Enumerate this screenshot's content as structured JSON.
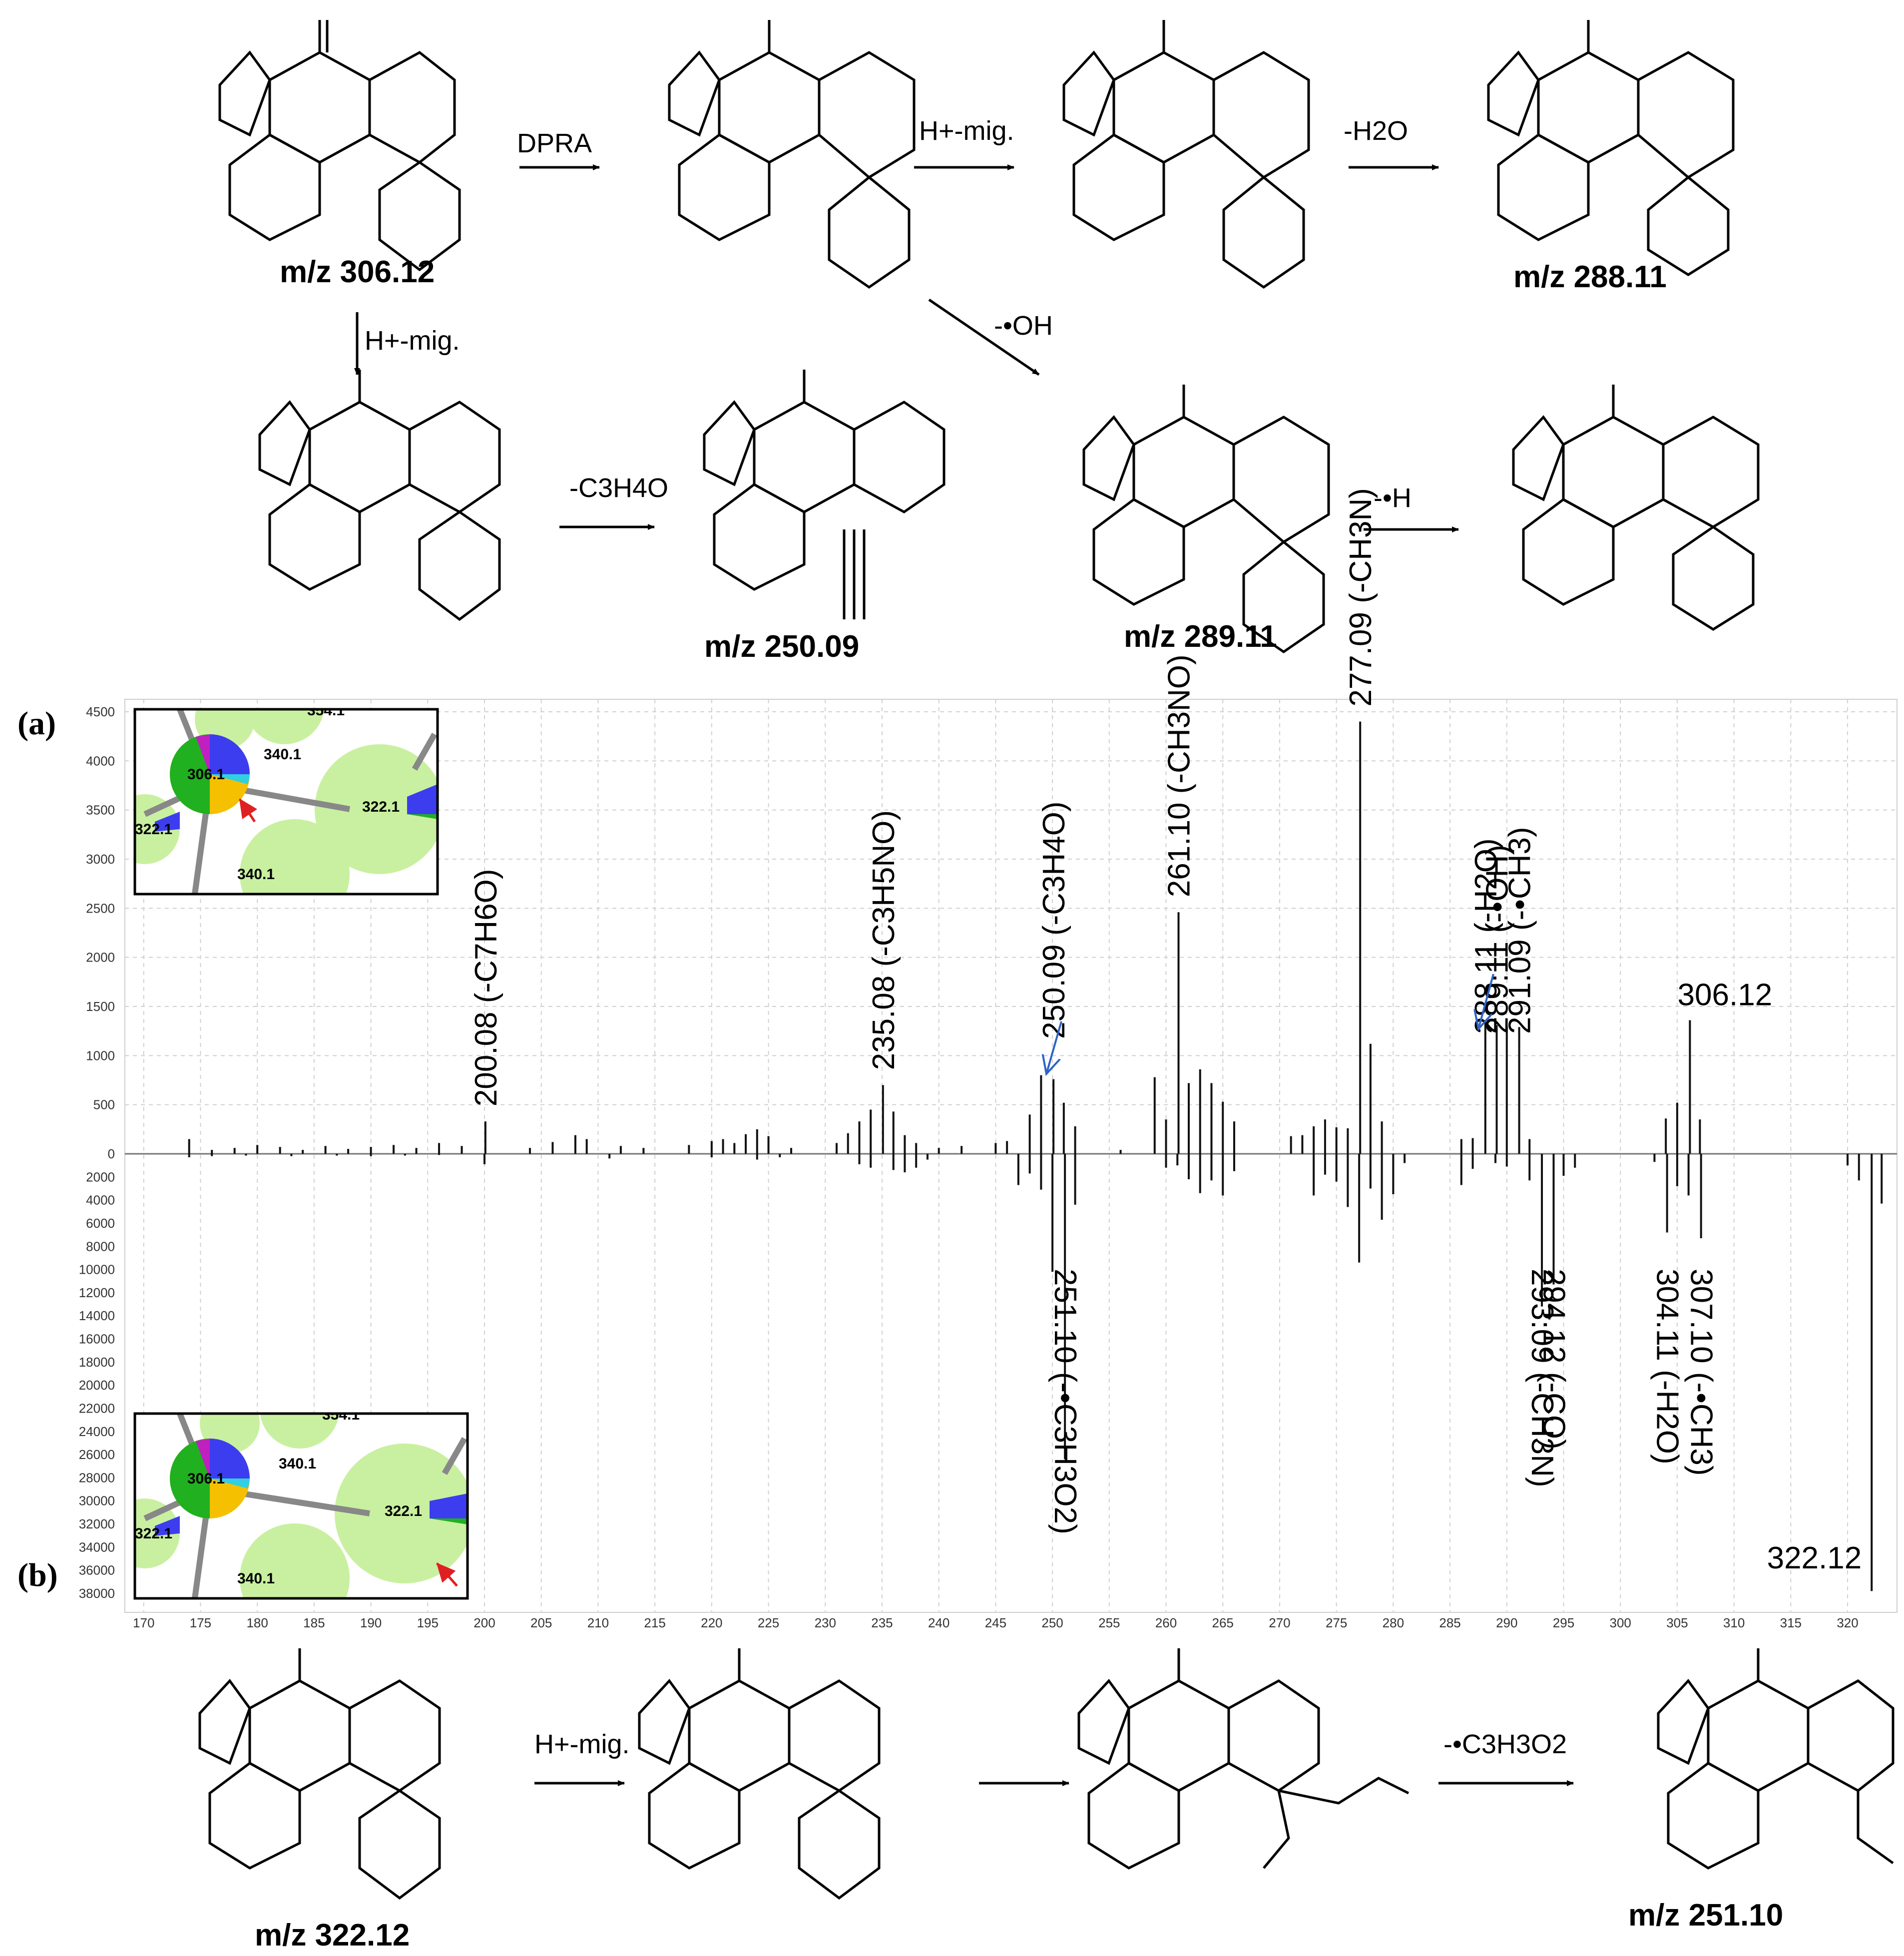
{
  "scheme_top": {
    "mz_306": "m/z 306.12",
    "mz_288": "m/z 288.11",
    "mz_250": "m/z 250.09",
    "mz_289": "m/z 289.11",
    "arrow_dpra": "DPRA",
    "arrow_hmig1": "H+-mig.",
    "arrow_h2o": "-H2O",
    "arrow_hmig_down": "H+-mig.",
    "arrow_oh": "-•OH",
    "arrow_c3h4o": "-C3H4O",
    "arrow_h": "-•H"
  },
  "scheme_bottom": {
    "mz_322": "m/z 322.12",
    "mz_251": "m/z 251.10",
    "arrow_hmig": "H+-mig.",
    "arrow_c3h3o2": "-•C3H3O2"
  },
  "panels": {
    "a": "(a)",
    "b": "(b)"
  },
  "insets": {
    "a": {
      "nodes": [
        "340.1",
        "354.1",
        "306.1",
        "322.1",
        "322.1",
        "340.1"
      ]
    },
    "b": {
      "nodes": [
        "340.1",
        "354.1",
        "306.1",
        "322.1",
        "322.1",
        "340.1"
      ]
    }
  },
  "chart_data": {
    "type": "bar",
    "xlim": [
      169,
      324
    ],
    "xticks": [
      170,
      175,
      180,
      185,
      190,
      195,
      200,
      205,
      210,
      215,
      220,
      225,
      230,
      235,
      240,
      245,
      250,
      255,
      260,
      265,
      270,
      275,
      280,
      285,
      290,
      295,
      300,
      305,
      310,
      315,
      320
    ],
    "top": {
      "ylim": [
        0,
        4500
      ],
      "yticks": [
        0,
        500,
        1000,
        1500,
        2000,
        2500,
        3000,
        3500,
        4000,
        4500
      ],
      "peaks": [
        [
          174,
          150
        ],
        [
          176,
          40
        ],
        [
          178,
          60
        ],
        [
          180,
          90
        ],
        [
          182,
          70
        ],
        [
          184,
          40
        ],
        [
          186,
          80
        ],
        [
          188,
          50
        ],
        [
          190,
          70
        ],
        [
          192,
          90
        ],
        [
          194,
          60
        ],
        [
          196,
          110
        ],
        [
          198,
          80
        ],
        [
          200.08,
          330
        ],
        [
          204,
          60
        ],
        [
          206,
          120
        ],
        [
          208,
          190
        ],
        [
          209,
          150
        ],
        [
          212,
          80
        ],
        [
          214,
          60
        ],
        [
          218,
          90
        ],
        [
          220,
          130
        ],
        [
          221,
          150
        ],
        [
          222,
          110
        ],
        [
          223,
          200
        ],
        [
          224,
          250
        ],
        [
          225,
          180
        ],
        [
          227,
          60
        ],
        [
          231,
          110
        ],
        [
          232,
          210
        ],
        [
          233,
          330
        ],
        [
          234,
          450
        ],
        [
          235.08,
          700
        ],
        [
          236,
          430
        ],
        [
          237,
          190
        ],
        [
          238,
          110
        ],
        [
          240,
          60
        ],
        [
          242,
          80
        ],
        [
          245,
          110
        ],
        [
          246,
          130
        ],
        [
          248,
          400
        ],
        [
          249,
          800
        ],
        [
          250.09,
          760
        ],
        [
          251,
          520
        ],
        [
          252,
          280
        ],
        [
          256,
          40
        ],
        [
          259,
          780
        ],
        [
          260,
          350
        ],
        [
          261.1,
          2460
        ],
        [
          262,
          720
        ],
        [
          263,
          860
        ],
        [
          264,
          720
        ],
        [
          265,
          530
        ],
        [
          266,
          330
        ],
        [
          271,
          180
        ],
        [
          272,
          190
        ],
        [
          273,
          280
        ],
        [
          274,
          350
        ],
        [
          275,
          270
        ],
        [
          276,
          260
        ],
        [
          277.09,
          4400
        ],
        [
          278,
          1120
        ],
        [
          279,
          330
        ],
        [
          286,
          150
        ],
        [
          287,
          160
        ],
        [
          288.11,
          1360
        ],
        [
          289.11,
          1310
        ],
        [
          290,
          1300
        ],
        [
          291.09,
          1290
        ],
        [
          292,
          150
        ],
        [
          304,
          360
        ],
        [
          305,
          520
        ],
        [
          306.12,
          1360
        ],
        [
          307,
          350
        ]
      ]
    },
    "bottom": {
      "ylim": [
        0,
        38000
      ],
      "yticks": [
        2000,
        4000,
        6000,
        8000,
        10000,
        12000,
        14000,
        16000,
        18000,
        20000,
        22000,
        24000,
        26000,
        28000,
        30000,
        32000,
        34000,
        36000,
        38000
      ],
      "peaks": [
        [
          174,
          300
        ],
        [
          176,
          200
        ],
        [
          179,
          150
        ],
        [
          183,
          200
        ],
        [
          187,
          150
        ],
        [
          190,
          200
        ],
        [
          193,
          150
        ],
        [
          196,
          100
        ],
        [
          200,
          900
        ],
        [
          211,
          400
        ],
        [
          220,
          300
        ],
        [
          224,
          500
        ],
        [
          226,
          300
        ],
        [
          233,
          900
        ],
        [
          234,
          1200
        ],
        [
          236,
          1400
        ],
        [
          237,
          1600
        ],
        [
          238,
          1200
        ],
        [
          239,
          500
        ],
        [
          247,
          2700
        ],
        [
          248,
          1700
        ],
        [
          249,
          3100
        ],
        [
          250,
          10200
        ],
        [
          251.1,
          26400
        ],
        [
          252,
          4400
        ],
        [
          260,
          1200
        ],
        [
          261,
          1000
        ],
        [
          262,
          2200
        ],
        [
          263,
          3400
        ],
        [
          264,
          2300
        ],
        [
          265,
          3600
        ],
        [
          266,
          1500
        ],
        [
          273,
          3600
        ],
        [
          274,
          1800
        ],
        [
          275,
          2400
        ],
        [
          276,
          4600
        ],
        [
          277,
          9400
        ],
        [
          278,
          3000
        ],
        [
          279,
          5700
        ],
        [
          280,
          3500
        ],
        [
          281,
          800
        ],
        [
          286,
          2700
        ],
        [
          287,
          1300
        ],
        [
          289,
          800
        ],
        [
          290,
          1100
        ],
        [
          292,
          2300
        ],
        [
          293.09,
          13200
        ],
        [
          294.12,
          11300
        ],
        [
          295,
          1900
        ],
        [
          296,
          1200
        ],
        [
          303,
          700
        ],
        [
          304.11,
          6800
        ],
        [
          305,
          2800
        ],
        [
          306,
          3600
        ],
        [
          307.1,
          7300
        ],
        [
          320,
          1000
        ],
        [
          321,
          2300
        ],
        [
          322.12,
          37800
        ],
        [
          323,
          4300
        ]
      ]
    },
    "annotations_top": [
      {
        "x": 200.08,
        "label": "200.08 (-C7H6O)"
      },
      {
        "x": 235.08,
        "label": "235.08 (-C3H5NO)"
      },
      {
        "x": 250.09,
        "label": "250.09 (-C3H4O)"
      },
      {
        "x": 261.1,
        "label": "261.10 (-CH3NO)"
      },
      {
        "x": 277.09,
        "label": "277.09 (-CH3N)"
      },
      {
        "x": 288.11,
        "label": "288.11 (-H2O)"
      },
      {
        "x": 289.11,
        "label": "289.11 (-•OH)"
      },
      {
        "x": 291.09,
        "label": "291.09 (-•CH3)"
      },
      {
        "x": 306.12,
        "label": "306.12"
      }
    ],
    "annotations_bottom": [
      {
        "x": 251.1,
        "label": "251.10 (-•C3H3O2)"
      },
      {
        "x": 293.09,
        "label": "293.09 (-CH3N)"
      },
      {
        "x": 294.12,
        "label": "294.12 (-CO)"
      },
      {
        "x": 304.11,
        "label": "304.11 (-H2O)"
      },
      {
        "x": 307.1,
        "label": "307.10 (-•CH3)"
      },
      {
        "x": 322.12,
        "label": "322.12"
      }
    ]
  }
}
